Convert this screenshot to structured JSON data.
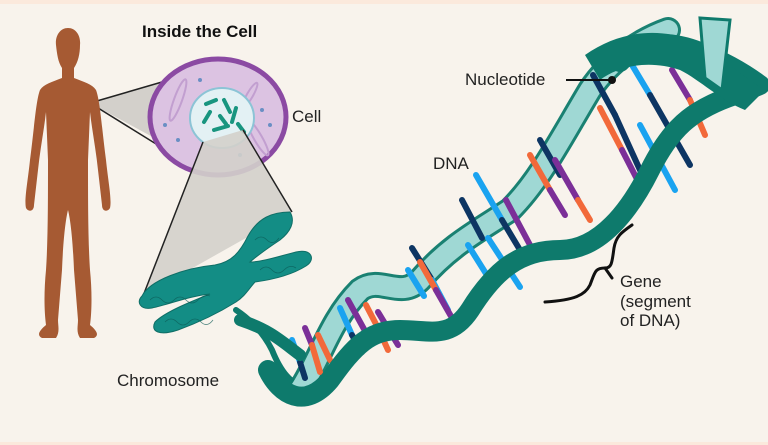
{
  "title": "Inside the Cell",
  "labels": {
    "cell": "Cell",
    "chromosome": "Chromosome",
    "dna": "DNA",
    "nucleotide": "Nucleotide",
    "gene_line1": "Gene",
    "gene_line2": "(segment",
    "gene_line3": "of DNA)"
  },
  "colors": {
    "background": "#f8f3ec",
    "human": "#a65a33",
    "cell_membrane": "#8b4aa3",
    "cell_cytoplasm": "#d9bfe0",
    "nucleus": "#e3f1f4",
    "chromosome": "#138d85",
    "dna_backbone": "#0e7a6c",
    "dna_backbone_light": "#9fd8d4",
    "base_navy": "#0d3563",
    "base_blue": "#1aa3f0",
    "base_purple": "#7b2f98",
    "base_orange": "#f2693a",
    "zoom_cone": "#d3d0cb"
  },
  "icons": {
    "human": "human-silhouette-icon",
    "cell": "cell-icon",
    "chromosome": "chromosome-icon",
    "dna": "dna-helix-icon",
    "gene_brace": "curly-brace-icon"
  }
}
